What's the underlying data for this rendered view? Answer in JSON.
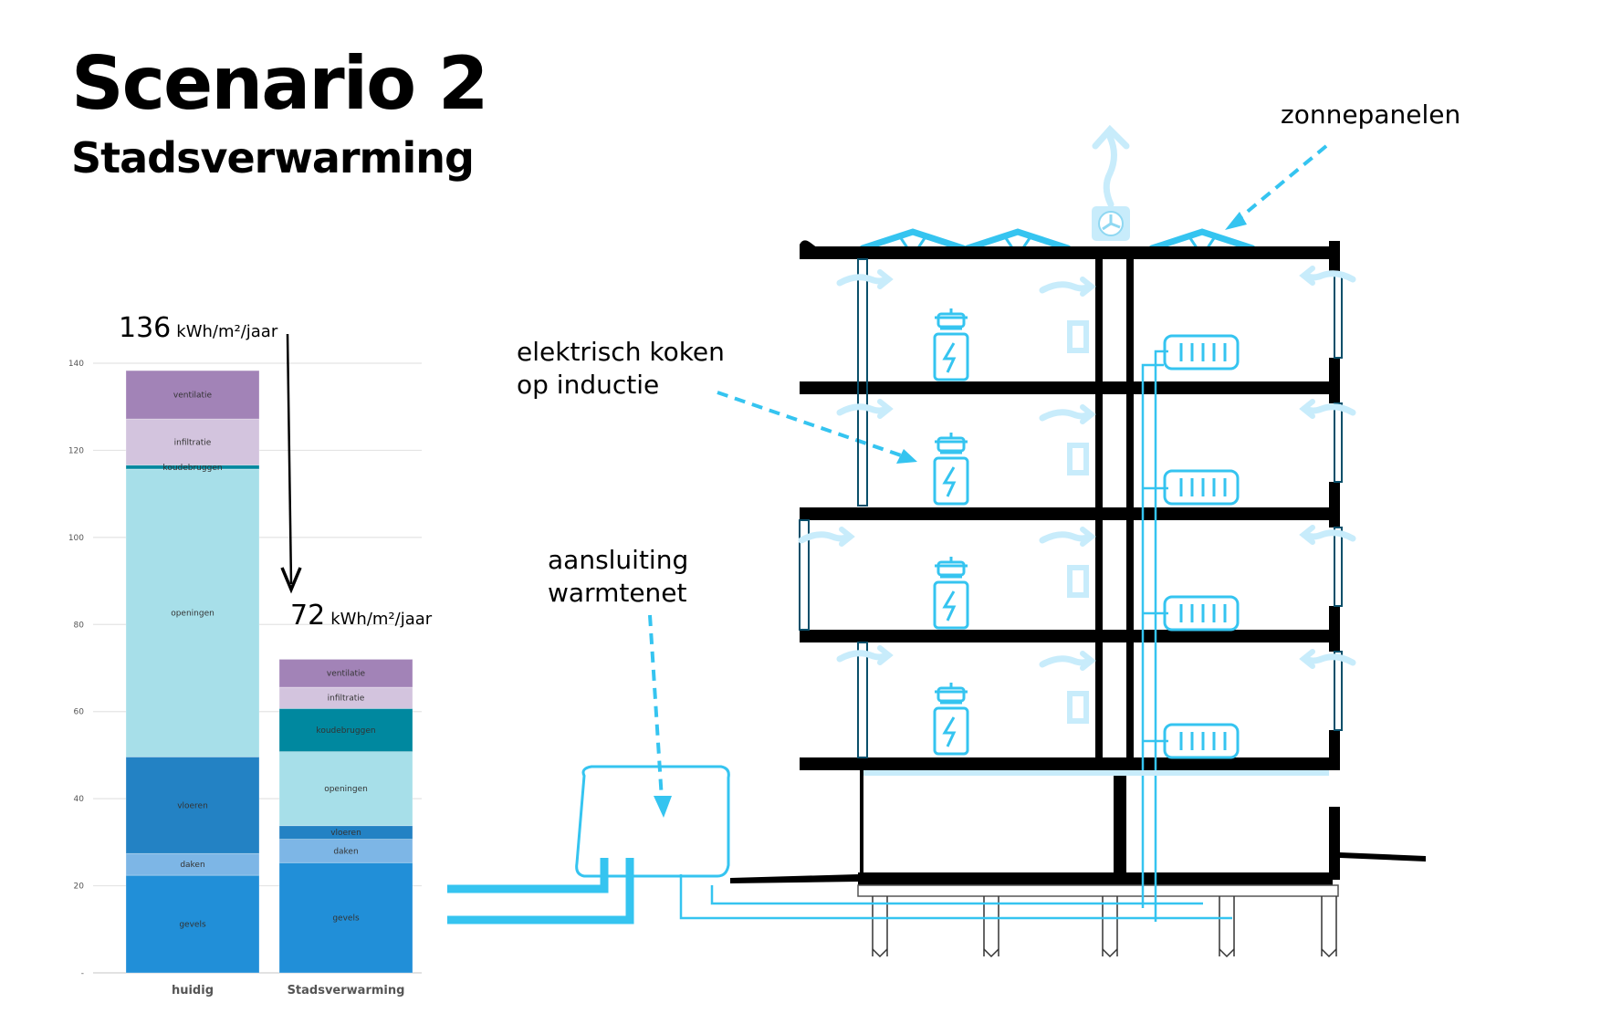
{
  "header": {
    "title": "Scenario 2",
    "subtitle": "Stadsverwarming"
  },
  "annotations": {
    "solar": "zonnepanelen",
    "cooking_line1": "elektrisch koken",
    "cooking_line2": "op inductie",
    "heatnet_line1": "aansluiting",
    "heatnet_line2": "warmtenet"
  },
  "totals": {
    "current": {
      "value": "136",
      "unit": "kWh/m²/jaar"
    },
    "scenario": {
      "value": "72",
      "unit": "kWh/m²/jaar"
    }
  },
  "colors": {
    "accent_blue": "#35c4f0",
    "light_blue": "#c8ecfb",
    "structure": "#000000"
  },
  "chart_data": {
    "type": "bar",
    "stacked": true,
    "title": "",
    "xlabel": "",
    "ylabel": "",
    "categories": [
      "huidig",
      "Stadsverwarming"
    ],
    "ylim": [
      0,
      140
    ],
    "yticks": [
      0,
      20,
      40,
      60,
      80,
      100,
      120,
      140
    ],
    "ytick_labels": [
      "-",
      "20",
      "40",
      "60",
      "80",
      "100",
      "120",
      "140"
    ],
    "grid": true,
    "legend": "none (segments labeled inline)",
    "series": [
      {
        "name": "gevels",
        "color": "#218fd8",
        "values": [
          22.4,
          25.3
        ]
      },
      {
        "name": "daken",
        "color": "#7db6e6",
        "values": [
          5.0,
          5.4
        ]
      },
      {
        "name": "vloeren",
        "color": "#2382c4",
        "values": [
          22.2,
          3.1
        ]
      },
      {
        "name": "openingen",
        "color": "#a7dfe9",
        "values": [
          66.1,
          17.0
        ]
      },
      {
        "name": "koudebruggen",
        "color": "#00889f",
        "values": [
          0.9,
          9.9
        ]
      },
      {
        "name": "infiltratie",
        "color": "#d3c4de",
        "values": [
          10.6,
          4.9
        ]
      },
      {
        "name": "ventilatie",
        "color": "#a283b7",
        "values": [
          11.1,
          6.4
        ]
      }
    ],
    "annotations": [
      {
        "text": "136 kWh/m²/jaar",
        "target": "huidig"
      },
      {
        "text": "72 kWh/m²/jaar",
        "target": "Stadsverwarming"
      }
    ]
  }
}
